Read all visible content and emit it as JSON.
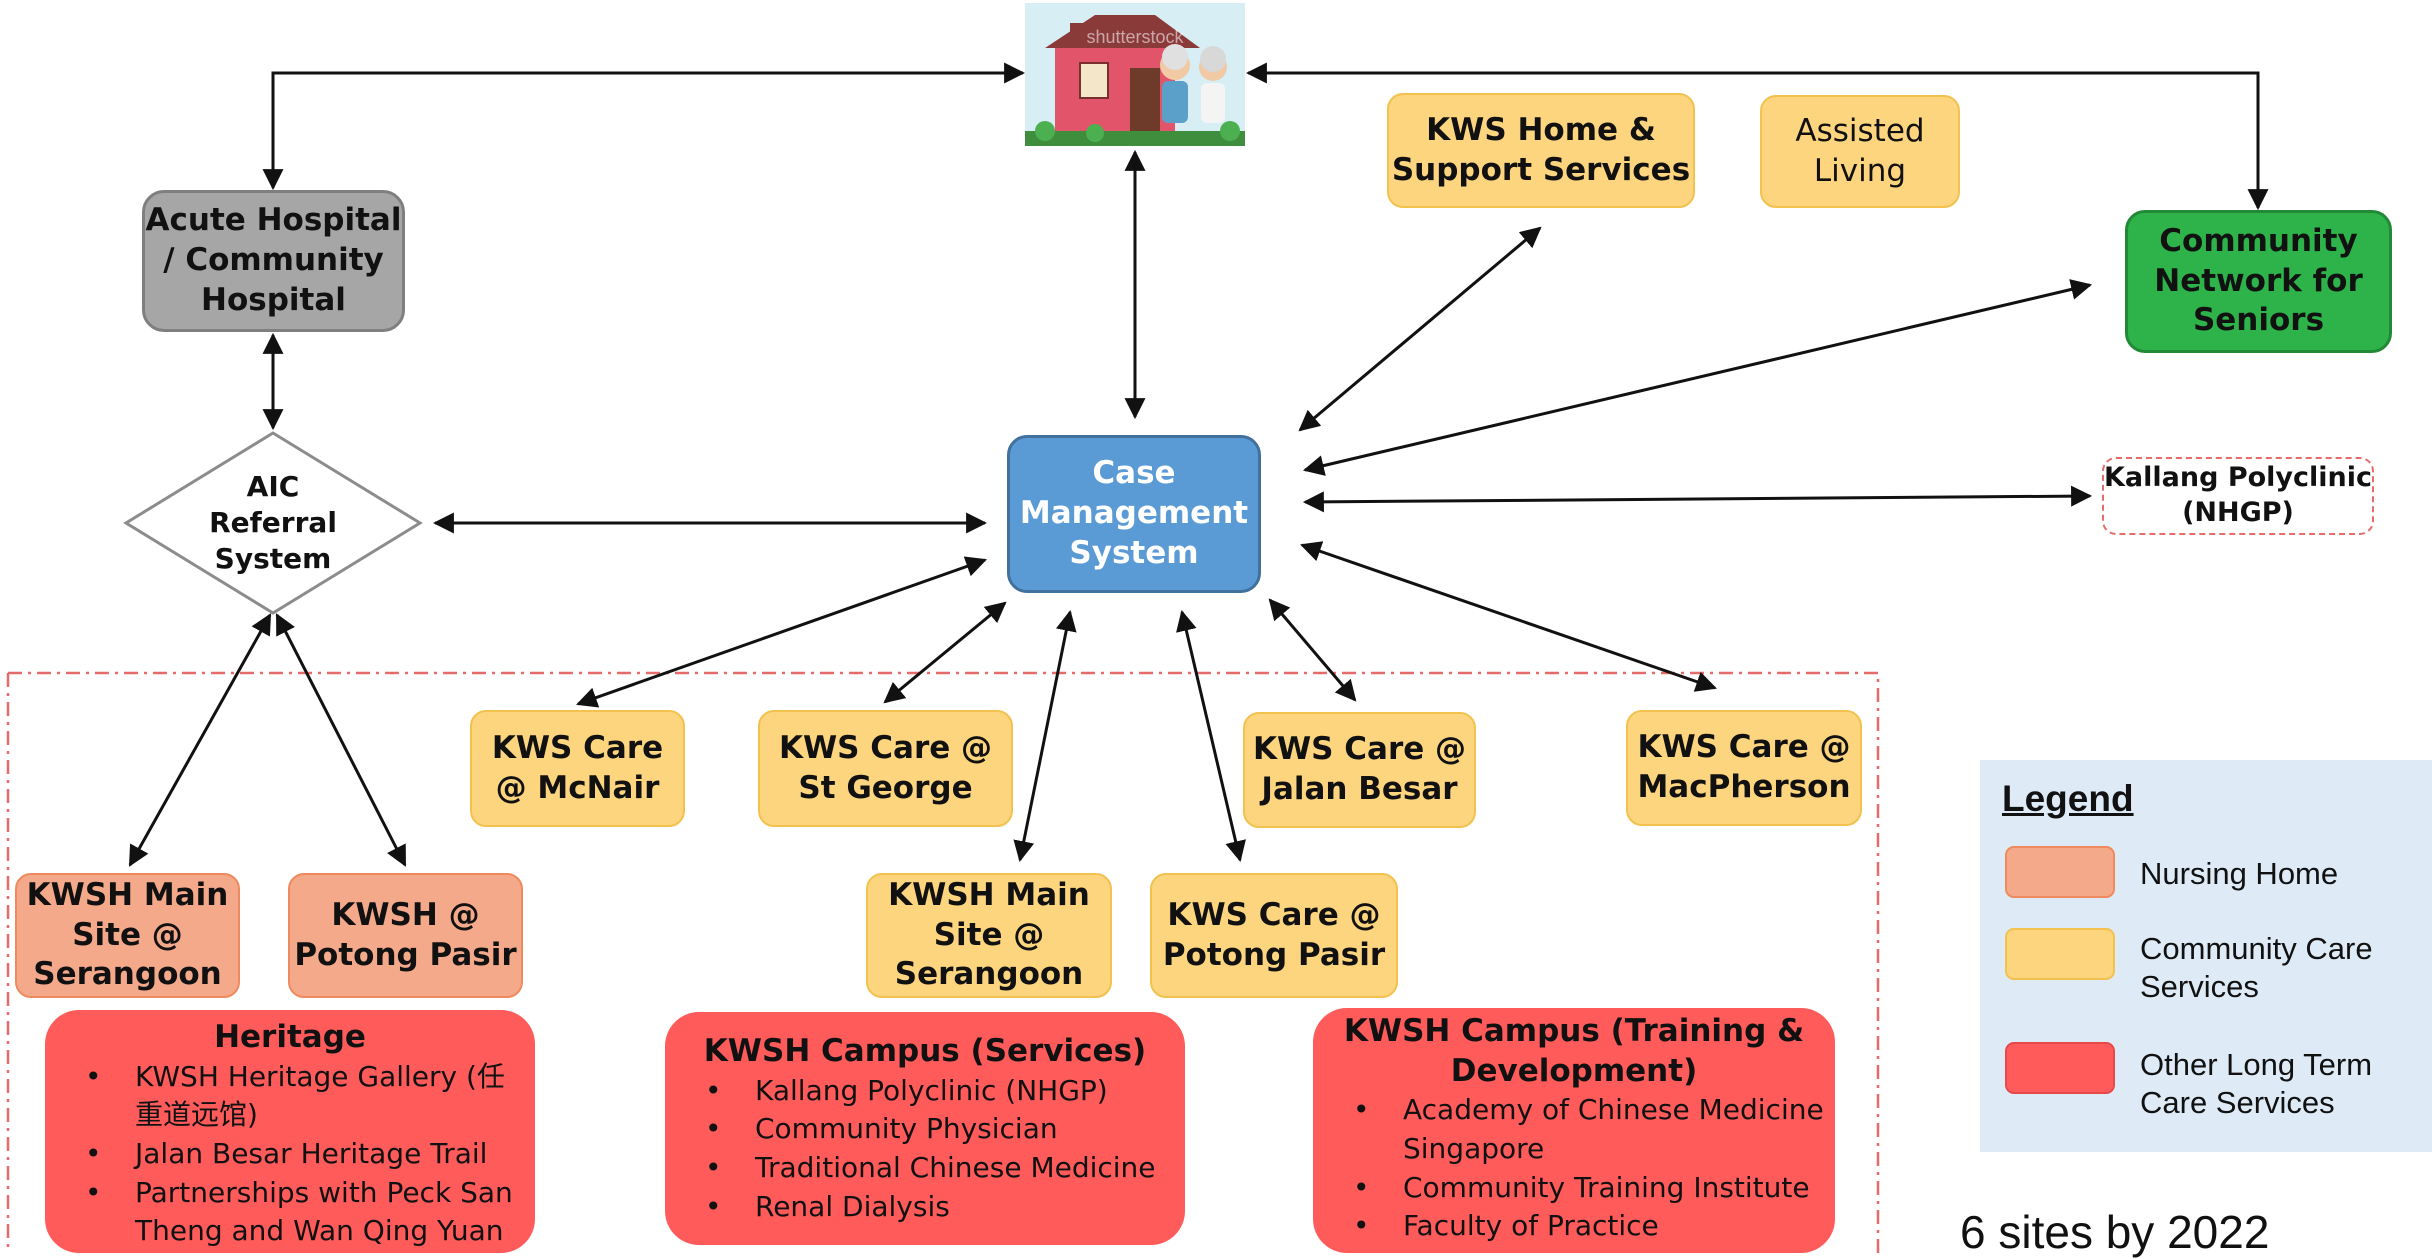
{
  "nodes": {
    "acute_hospital": "Acute Hospital\n/ Community\nHospital",
    "aic_referral": "AIC\nReferral\nSystem",
    "case_management": "Case\nManagement\nSystem",
    "kws_home_support": "KWS Home &\nSupport Services",
    "assisted_living": "Assisted\nLiving",
    "community_network": "Community\nNetwork for\nSeniors",
    "kallang_polyclinic": "Kallang Polyclinic\n(NHGP)",
    "kws_care_mcnair": "KWS Care\n@ McNair",
    "kws_care_st_george": "KWS Care @\nSt George",
    "kws_care_jalan_besar": "KWS Care @\nJalan Besar",
    "kws_care_macpherson": "KWS Care @\nMacPherson",
    "kwsh_main_site_left": "KWSH Main\nSite @\nSerangoon",
    "kwsh_potong_pasir": "KWSH @\nPotong Pasir",
    "kwsh_main_site_center": "KWSH Main\nSite @\nSerangoon",
    "kws_care_potong_pasir": "KWS Care @\nPotong Pasir"
  },
  "house_image": {
    "watermark": "shutterstock",
    "description_icon": "house-with-elderly-couple-icon"
  },
  "heritage": {
    "title": "Heritage",
    "items": [
      "KWSH Heritage Gallery (任\n重道远馆)",
      "Jalan Besar Heritage Trail",
      "Partnerships with Peck San\nTheng and Wan Qing Yuan"
    ]
  },
  "campus_services": {
    "title": "KWSH Campus (Services)",
    "items": [
      "Kallang Polyclinic (NHGP)",
      "Community Physician",
      "Traditional Chinese Medicine",
      "Renal Dialysis"
    ]
  },
  "campus_training": {
    "title": "KWSH Campus (Training &\nDevelopment)",
    "items": [
      "Academy of Chinese Medicine\nSingapore",
      "Community Training Institute",
      "Faculty of Practice"
    ]
  },
  "legend": {
    "title": "Legend",
    "items": [
      {
        "label": "Nursing Home",
        "color": "#F5A98B"
      },
      {
        "label": "Community Care\nServices",
        "color": "#FDD57F"
      },
      {
        "label": "Other Long Term\nCare Services",
        "color": "#FF5B5B"
      }
    ]
  },
  "footnote": "6 sites by 2022",
  "colors": {
    "nursing_home": "#F5A98B",
    "community_care": "#FDD57F",
    "other_ltc": "#FF5B5B",
    "case_management": "#5B9BD5",
    "community_network": "#2DB34A",
    "acute_hospital": "#A6A6A6",
    "boundary_dash": "#E66C6C"
  }
}
